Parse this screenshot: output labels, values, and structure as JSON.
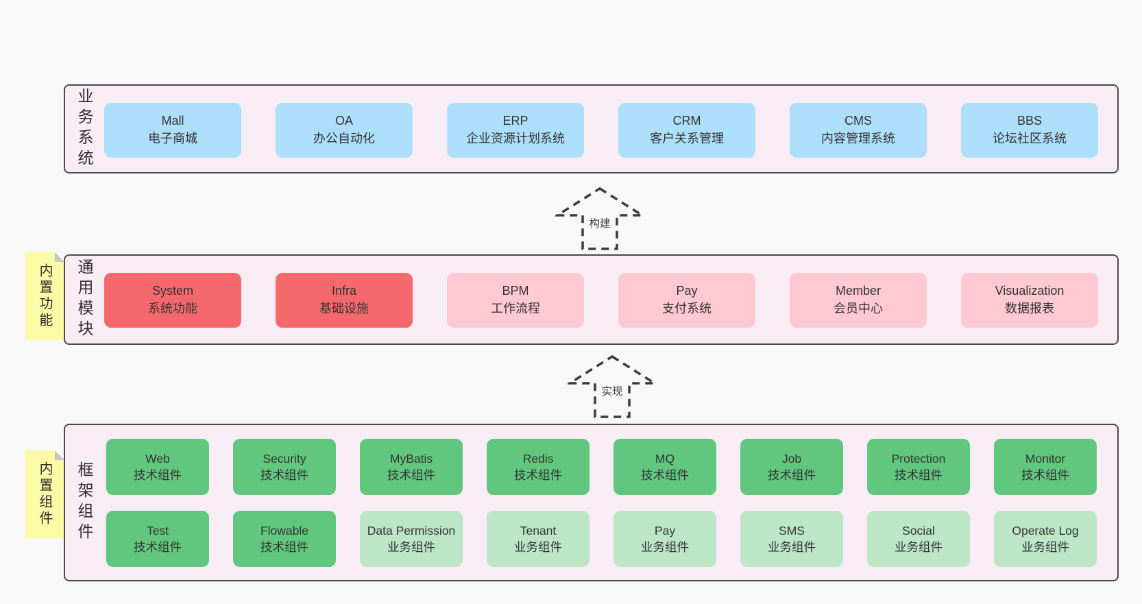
{
  "diagram": {
    "layers": [
      {
        "id": "business-systems",
        "label": "业务系统",
        "boxes": [
          {
            "title": "Mall",
            "subtitle": "电子商城",
            "variant": "blue"
          },
          {
            "title": "OA",
            "subtitle": "办公自动化",
            "variant": "blue"
          },
          {
            "title": "ERP",
            "subtitle": "企业资源计划系统",
            "variant": "blue"
          },
          {
            "title": "CRM",
            "subtitle": "客户关系管理",
            "variant": "blue"
          },
          {
            "title": "CMS",
            "subtitle": "内容管理系统",
            "variant": "blue"
          },
          {
            "title": "BBS",
            "subtitle": "论坛社区系统",
            "variant": "blue"
          }
        ]
      },
      {
        "id": "common-modules",
        "label": "通用模块",
        "note": "内置功能",
        "boxes": [
          {
            "title": "System",
            "subtitle": "系统功能",
            "variant": "red"
          },
          {
            "title": "Infra",
            "subtitle": "基础设施",
            "variant": "red"
          },
          {
            "title": "BPM",
            "subtitle": "工作流程",
            "variant": "pink"
          },
          {
            "title": "Pay",
            "subtitle": "支付系统",
            "variant": "pink"
          },
          {
            "title": "Member",
            "subtitle": "会员中心",
            "variant": "pink"
          },
          {
            "title": "Visualization",
            "subtitle": "数据报表",
            "variant": "pink"
          }
        ]
      },
      {
        "id": "framework-components",
        "label": "框架组件",
        "note": "内置组件",
        "rows": [
          [
            {
              "title": "Web",
              "subtitle": "技术组件",
              "variant": "green"
            },
            {
              "title": "Security",
              "subtitle": "技术组件",
              "variant": "green"
            },
            {
              "title": "MyBatis",
              "subtitle": "技术组件",
              "variant": "green"
            },
            {
              "title": "Redis",
              "subtitle": "技术组件",
              "variant": "green"
            },
            {
              "title": "MQ",
              "subtitle": "技术组件",
              "variant": "green"
            },
            {
              "title": "Job",
              "subtitle": "技术组件",
              "variant": "green"
            },
            {
              "title": "Protection",
              "subtitle": "技术组件",
              "variant": "green"
            },
            {
              "title": "Monitor",
              "subtitle": "技术组件",
              "variant": "green"
            }
          ],
          [
            {
              "title": "Test",
              "subtitle": "技术组件",
              "variant": "green"
            },
            {
              "title": "Flowable",
              "subtitle": "技术组件",
              "variant": "green"
            },
            {
              "title": "Data Permission",
              "subtitle": "业务组件",
              "variant": "light-green"
            },
            {
              "title": "Tenant",
              "subtitle": "业务组件",
              "variant": "light-green"
            },
            {
              "title": "Pay",
              "subtitle": "业务组件",
              "variant": "light-green"
            },
            {
              "title": "SMS",
              "subtitle": "业务组件",
              "variant": "light-green"
            },
            {
              "title": "Social",
              "subtitle": "业务组件",
              "variant": "light-green"
            },
            {
              "title": "Operate Log",
              "subtitle": "业务组件",
              "variant": "light-green"
            }
          ]
        ]
      }
    ],
    "arrows": [
      {
        "label": "构建"
      },
      {
        "label": "实现"
      }
    ],
    "colors": {
      "page_bg": "#f8f8f8",
      "layer_bg": "#f9edf5",
      "layer_border": "#4a4a4a",
      "box_blue": "#addefa",
      "box_red": "#f5696d",
      "box_pink": "#ffc9d3",
      "box_green": "#62c77e",
      "box_light_green": "#bde6c7",
      "note_bg": "#fbfba6",
      "note_fold": "#c8c8c8",
      "arrow_stroke": "#3c3c3c",
      "text": "#333333"
    }
  }
}
